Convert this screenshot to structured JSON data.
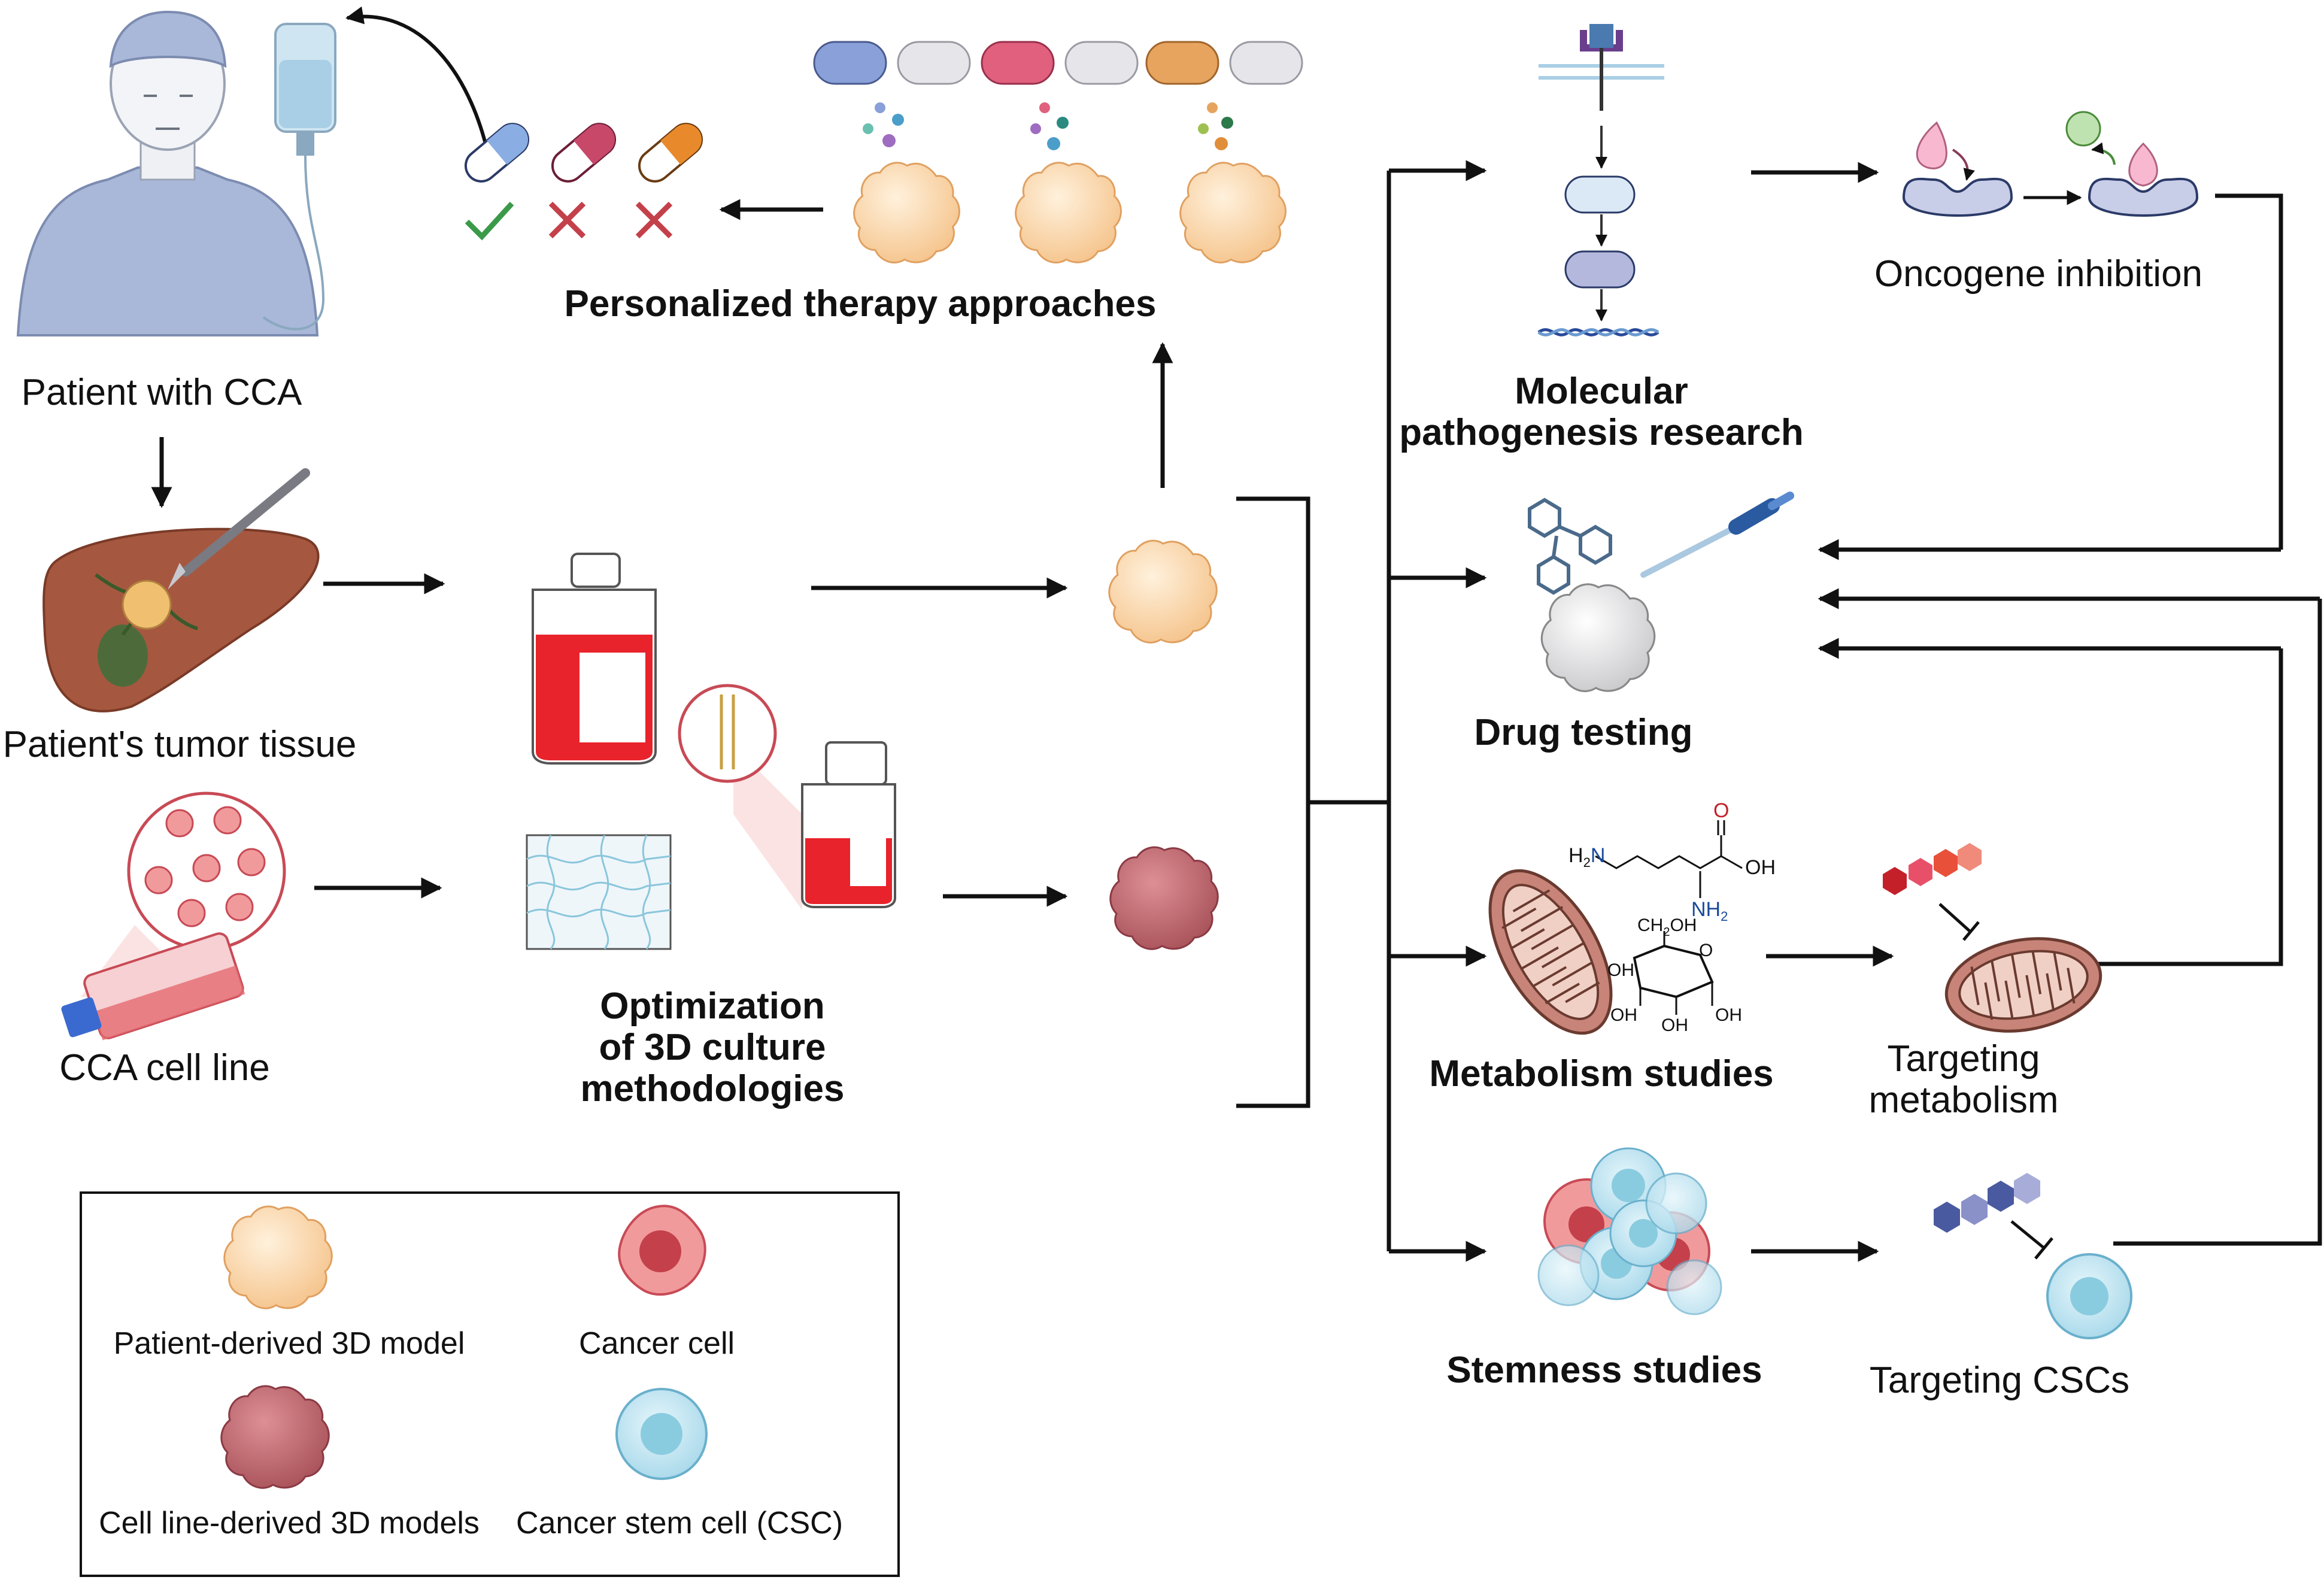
{
  "labels": {
    "patient": "Patient with CCA",
    "tumor_tissue": "Patient's tumor tissue",
    "cell_line": "CCA cell line",
    "personalized": "Personalized therapy approaches",
    "optimization_1": "Optimization",
    "optimization_2": "of 3D culture",
    "optimization_3": "methodologies",
    "molecular_1": "Molecular",
    "molecular_2": "pathogenesis research",
    "oncogene": "Oncogene inhibition",
    "drug_testing": "Drug testing",
    "metabolism": "Metabolism studies",
    "targeting_metabolism_1": "Targeting",
    "targeting_metabolism_2": "metabolism",
    "stemness": "Stemness studies",
    "targeting_cscs": "Targeting CSCs"
  },
  "chem": {
    "lysine_h2n": "H",
    "lysine_n": "N",
    "lysine_oh": "OH",
    "lysine_o": "O",
    "lysine_nh": "NH",
    "glucose_ch2oh": "CH",
    "glucose_oh": "OH",
    "glucose_o": "O",
    "subscript_2": "2"
  },
  "legend": {
    "patient_model": "Patient-derived 3D model",
    "cancer_cell": "Cancer cell",
    "cell_line_model": "Cell line-derived 3D models",
    "csc": "Cancer stem cell (CSC)"
  },
  "colors": {
    "organoid_patient": "#fbd7a8",
    "organoid_cellline": "#c46b72",
    "cancer_cell": "#f19a9c",
    "csc": "#bfe3f0",
    "arrow": "#111111",
    "flask_medium": "#e8232b",
    "receptor": "#c8cde8",
    "check_green": "#3a9a4a",
    "cross_red": "#c4404a"
  }
}
